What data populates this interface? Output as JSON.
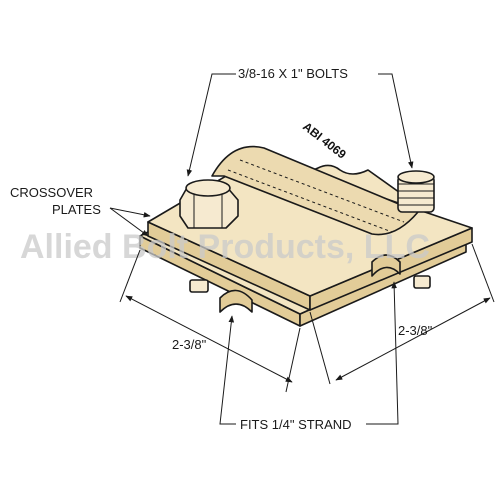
{
  "watermark": "Allied Bolt Products, LLC",
  "part_number": "ABI 4069",
  "labels": {
    "bolts": "3/8-16 X 1\" BOLTS",
    "crossover_line1": "CROSSOVER",
    "crossover_line2": "PLATES",
    "dim_left": "2-3/8\"",
    "dim_right": "2-3/8\"",
    "strand": "FITS 1/4\" STRAND"
  },
  "colors": {
    "plate": "#f3e5c2",
    "plate_side": "#e2cc98",
    "groove": "#ecdab0",
    "bolt": "#f6ead0",
    "line": "#1a1a1a",
    "watermark": "#c9c9c9"
  }
}
